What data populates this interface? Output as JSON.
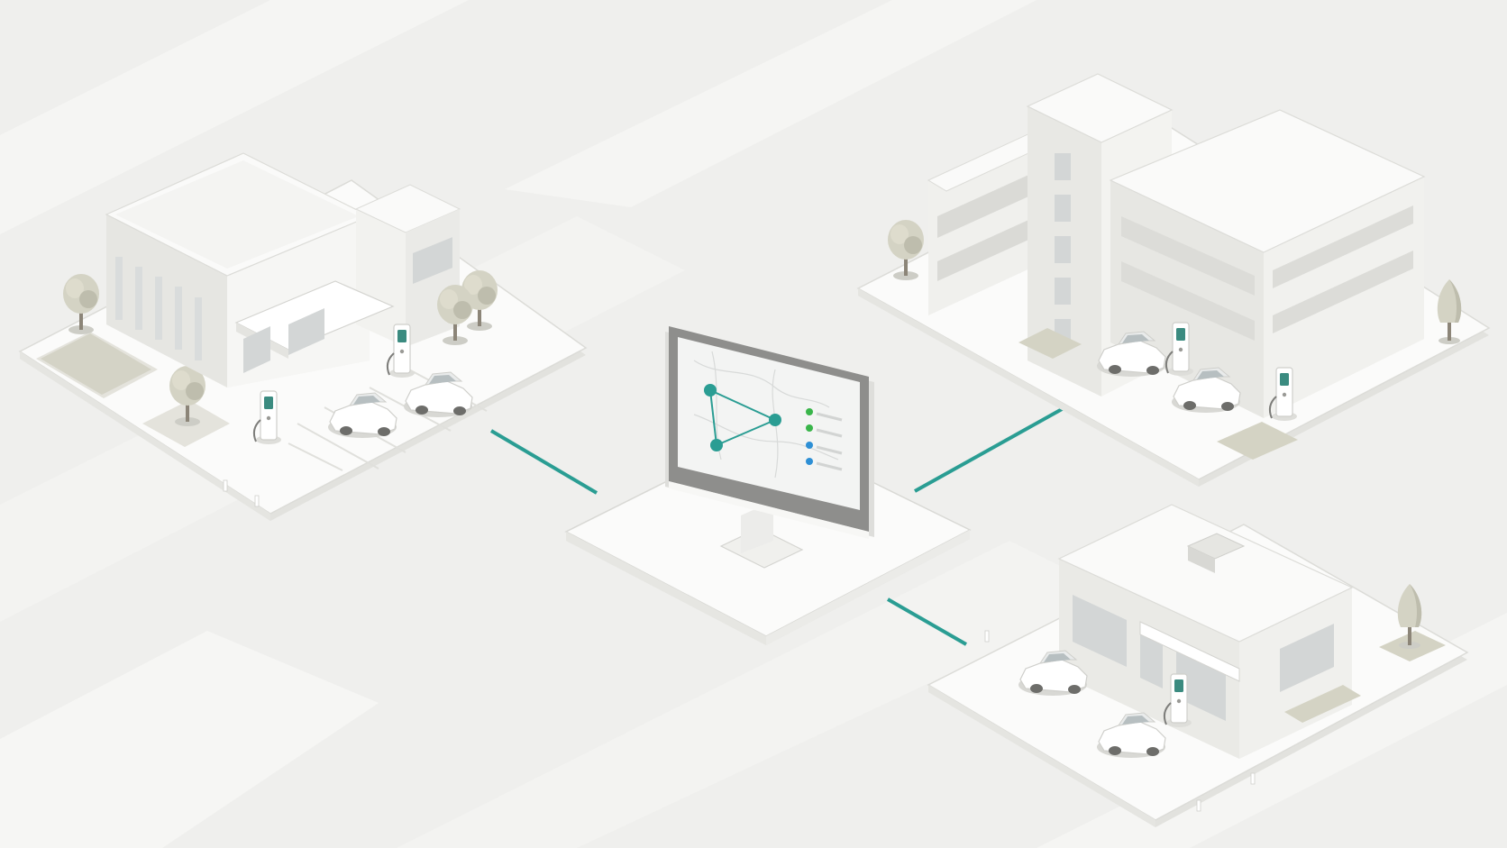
{
  "scene": {
    "description_free": true,
    "colors": {
      "background": "#efefed",
      "road": "#f6f6f4",
      "platform_top": "#fafafa",
      "platform_side": "#e3e3e0",
      "building_light": "#fbfbfa",
      "building_mid": "#ebebe8",
      "building_dark": "#dcdcd8",
      "window": "#d3d6d6",
      "tree": "#d4d3c4",
      "tree_dark": "#b9b8a7",
      "trunk": "#8c8578",
      "connector": "#2a9d93",
      "screen_bezel": "#8e8e8c",
      "screen_bg": "#f3f4f3",
      "node": "#2a9d93",
      "legend_green": "#39b54a",
      "legend_blue": "#2d8fd5",
      "charger_screen": "#3b8b80"
    },
    "icons": [
      "monitor-icon",
      "network-graph-icon",
      "ev-charger-icon",
      "car-icon",
      "tree-icon",
      "building-icon"
    ],
    "sites": [
      {
        "name": "office-building",
        "cars": 2,
        "chargers": 2
      },
      {
        "name": "parking-garage",
        "cars": 2,
        "chargers": 2
      },
      {
        "name": "retail-store",
        "cars": 2,
        "chargers": 1
      }
    ],
    "dashboard": {
      "graph_nodes": 3,
      "legend_dots": [
        "green",
        "green",
        "blue",
        "blue"
      ]
    }
  }
}
